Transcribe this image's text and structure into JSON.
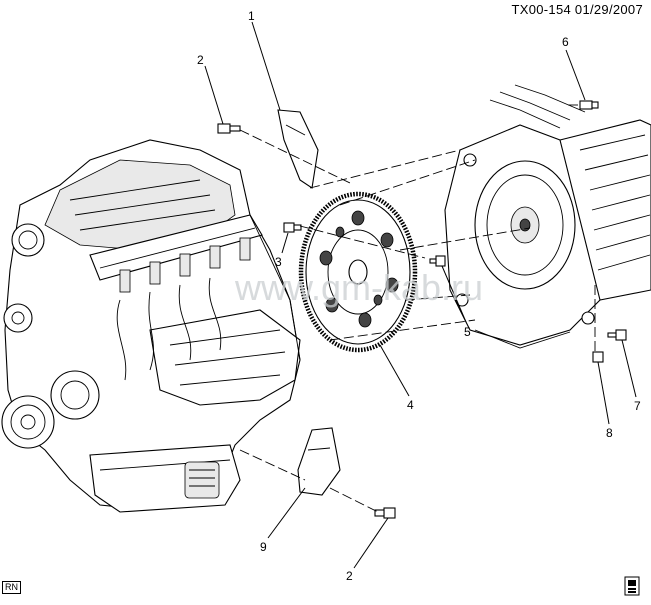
{
  "header": {
    "code": "TX00-154  01/29/2007"
  },
  "footer": {
    "badge": "RN"
  },
  "watermark": "www.gm-kab.ru",
  "callouts": [
    "1",
    "2",
    "3",
    "4",
    "5",
    "6",
    "7",
    "8",
    "2",
    "9"
  ]
}
